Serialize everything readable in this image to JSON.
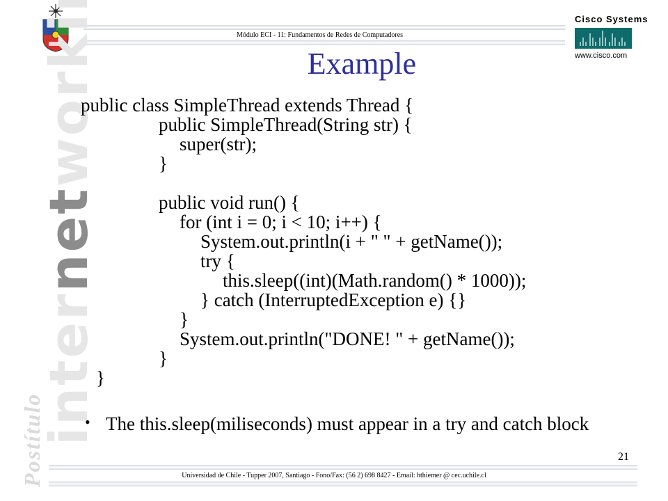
{
  "header": {
    "course": "Módulo ECI - 11: Fundamentos de Redes de Computadores",
    "crest_icon": "university-crest-icon"
  },
  "branding": {
    "side_word_light": "inter",
    "side_word_dark": "net",
    "side_word_tail": "working",
    "side_subtitle": "Postítulo",
    "cisco_name": "Cisco Systems",
    "cisco_url": "www.cisco.com",
    "cisco_color": "#0d6b6b"
  },
  "slide": {
    "title": "Example",
    "title_color": "#2e2e9e",
    "code_lines": [
      "public class SimpleThread extends Thread {",
      "public SimpleThread(String str) {",
      "super(str);",
      "}",
      "public void run() {",
      "for (int i = 0; i < 10; i++) {",
      "System.out.println(i + \" \" + getName());",
      "try {",
      "this.sleep((int)(Math.random() * 1000));",
      "} catch (InterruptedException e) {}",
      "}",
      "System.out.println(\"DONE! \" + getName());",
      "}",
      "}"
    ],
    "bullet": "The this.sleep(miliseconds) must appear in a try and catch block"
  },
  "footer": {
    "page_number": "21",
    "contact": "Universidad de Chile - Tupper 2007, Santiago - Fono/Fax: (56 2) 698 8427 - Email: hthiemer @ cec.uchile.cl"
  }
}
